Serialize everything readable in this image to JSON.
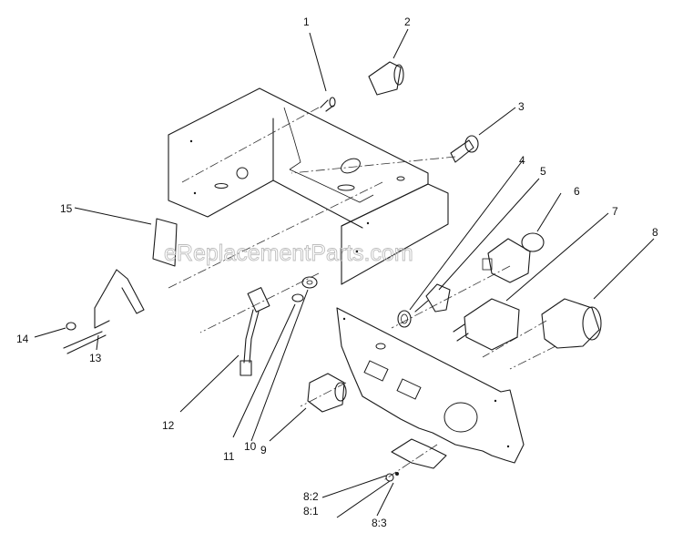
{
  "watermark": "eReplacementParts.com",
  "callouts": [
    "1",
    "2",
    "3",
    "4",
    "5",
    "6",
    "7",
    "8",
    "9",
    "10",
    "11",
    "12",
    "13",
    "14",
    "15",
    "8:1",
    "8:2",
    "8:3"
  ]
}
